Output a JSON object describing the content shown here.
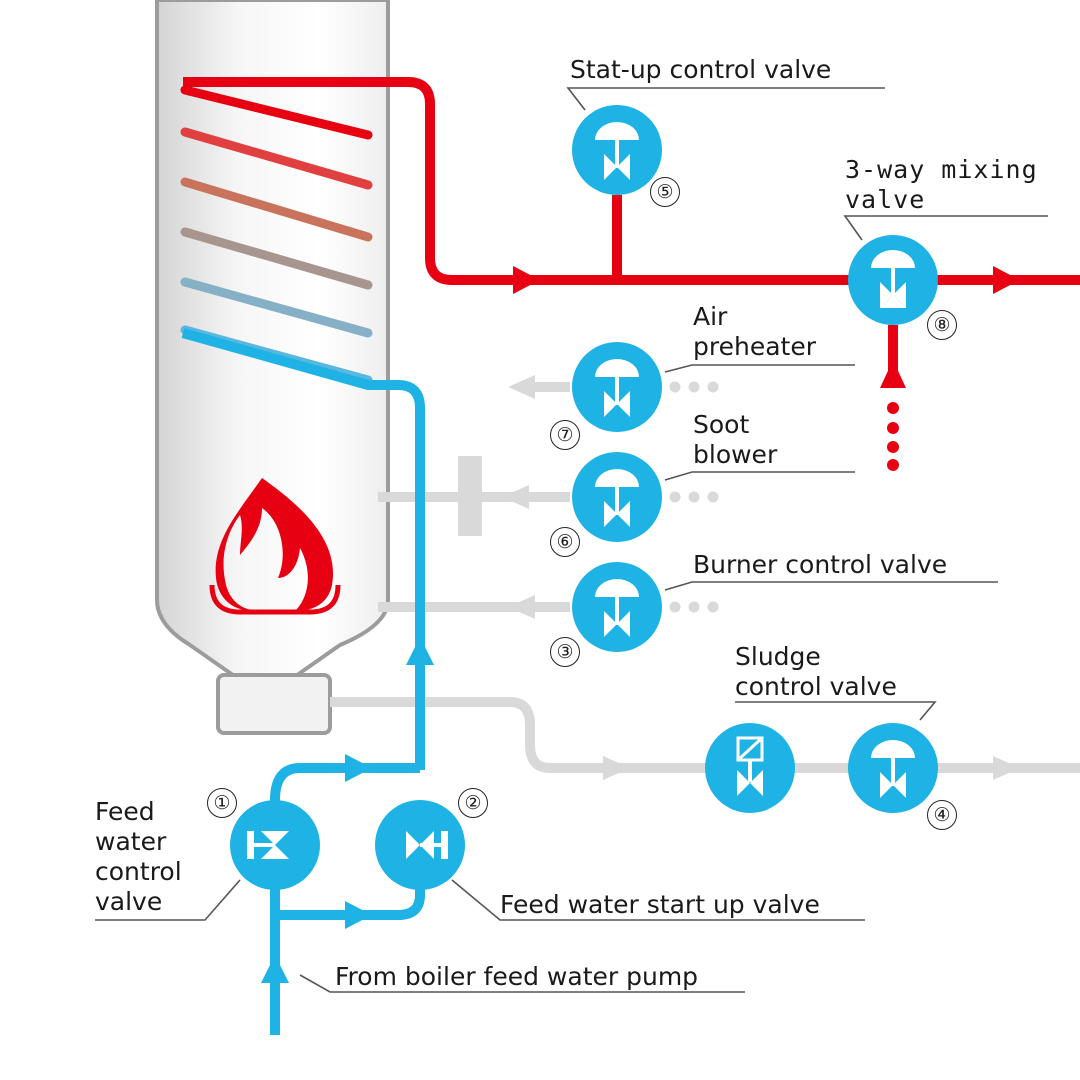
{
  "colors": {
    "hot": "#e60012",
    "cold": "#1fb3e5",
    "valve": "#1fb3e5",
    "inactive": "#d9d9d9",
    "vessel_outline": "#9c9c9c",
    "flame": "#e60012"
  },
  "icons": [
    "flame-icon",
    "control-valve-icon",
    "solenoid-valve-icon",
    "flow-arrow-icon"
  ],
  "valves": [
    {
      "id": "1",
      "label": "Feed\nwater\ncontrol\nvalve"
    },
    {
      "id": "2",
      "label": "Feed water start up valve"
    },
    {
      "id": "3",
      "label": "Burner control valve"
    },
    {
      "id": "4",
      "label": "Sludge\ncontrol valve"
    },
    {
      "id": "5",
      "label": "Stat-up control valve"
    },
    {
      "id": "6",
      "label": "Soot\nblower"
    },
    {
      "id": "7",
      "label": "Air\npreheater"
    },
    {
      "id": "8",
      "label": "3-way mixing\nvalve"
    }
  ],
  "inlet_label": "From boiler feed water pump",
  "markers": {
    "n1": "①",
    "n2": "②",
    "n3": "③",
    "n4": "④",
    "n5": "⑤",
    "n6": "⑥",
    "n7": "⑦",
    "n8": "⑧"
  }
}
